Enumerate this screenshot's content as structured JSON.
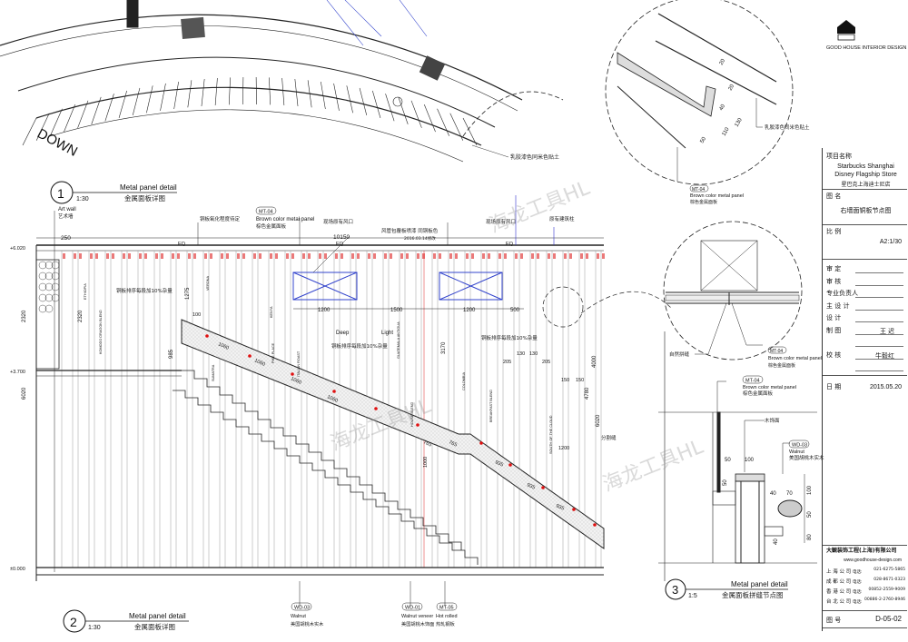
{
  "logo": {
    "brand": "GOOD HOUSE INTERIOR DESIGN"
  },
  "watermark": "海龙工具HL",
  "plan": {
    "down_label": "DOWN",
    "note": "乳胶漆色同米色贴土"
  },
  "details": [
    {
      "number": "1",
      "scale": "1:30",
      "title_en": "Metal panel detail",
      "title_cn": "金属面板详图"
    },
    {
      "number": "2",
      "scale": "1:30",
      "title_en": "Metal panel detail",
      "title_cn": "金属面板详图"
    },
    {
      "number": "3",
      "scale": "1:5",
      "title_en": "Metal panel detail",
      "title_cn": "金属面板拼缝节点图"
    }
  ],
  "elevation": {
    "art_wall_en": "Art wall",
    "art_wall_cn": "艺术墙",
    "note_copper": "铜板氧化程度待定",
    "mt04_tag": "MT-04",
    "mt04_en": "Brown color metal panel",
    "mt04_cn": "棕色金属面板",
    "note_vent1": "现场原有风口",
    "note_duct": "风管包覆板喷漆 同铜板色",
    "note_duct_date": "2016.03.14修改",
    "note_vent2": "现场原有风口",
    "note_column": "原有建筑柱",
    "dim_total": "10150",
    "eq": "EQ",
    "dim_250": "250",
    "dims_vent": [
      "1200",
      "1500",
      "1200",
      "500"
    ],
    "levels": [
      "+6.020",
      "+3.700",
      "±0.000"
    ],
    "dims_left": [
      "2320",
      "2320",
      "6020",
      "1275",
      "985"
    ],
    "dims_right": [
      "4000",
      "4780",
      "6020",
      "3170"
    ],
    "dims_stair": [
      "1060",
      "1060",
      "1060",
      "1060",
      "765",
      "765",
      "935",
      "935",
      "935",
      "1200",
      "1000",
      "100",
      "150",
      "150"
    ],
    "dims_small": [
      "205",
      "130",
      "130",
      "205"
    ],
    "deep": "Deep",
    "light": "Light",
    "note_gradient": "铜板排序每段加10%杂量",
    "note_seam": "分割缝",
    "coffee_names": [
      "ETHIOPIA",
      "KOMODO DRAGON BLEND",
      "SUMATRA",
      "VERONA",
      "KENYA",
      "PIKE PLACE",
      "ITALIAN ROAST",
      "GUATEMALA ANTIGUA",
      "HOUSE BLEND",
      "COLOMBIA",
      "BREAKFAST BLEND",
      "SOUTH OF THE CLOUD"
    ],
    "callouts": [
      {
        "tag": "WD-03",
        "en": "Walnut",
        "cn": "美国胡桃木实木"
      },
      {
        "tag": "WD-01",
        "en": "Walnut veneer",
        "cn": "美国胡桃木饰面"
      },
      {
        "tag": "MT-05",
        "en": "Hot rolled",
        "cn": "热轧钢板"
      }
    ]
  },
  "detail_top": {
    "dims": [
      "20",
      "20",
      "40",
      "50",
      "110",
      "130"
    ],
    "note": "乳胶漆色同米色贴土",
    "tag": "MT-04",
    "en": "Brown color metal panel",
    "cn": "棕色金属面板"
  },
  "detail_mid": {
    "note": "自然拼缝",
    "tag": "MT-04",
    "en": "Brown color metal panel",
    "cn": "棕色金属面板"
  },
  "detail3": {
    "tag1": "MT-04",
    "en1": "Brown color metal panel",
    "cn1": "棕色金属面板",
    "note_wood": "木饰面",
    "tag2": "WD-03",
    "en2": "Walnut",
    "cn2": "美国胡桃木实木",
    "dims": [
      "50",
      "100",
      "50",
      "40",
      "70",
      "100",
      "50",
      "80",
      "40"
    ]
  },
  "title_block": {
    "project_label": "项目名称",
    "project_en_1": "Starbucks Shanghai",
    "project_en_2": "Disney Flagship Store",
    "project_cn": "星巴克上海迪士尼店",
    "drawing_label": "图 名",
    "drawing_name": "右墙面铜板节点图",
    "scale_label": "比 例",
    "scale": "A2:1/30",
    "roles": [
      {
        "label": "审 定",
        "value": ""
      },
      {
        "label": "审 核",
        "value": ""
      },
      {
        "label": "专业负责人",
        "value": ""
      },
      {
        "label": "主 设 计",
        "value": ""
      },
      {
        "label": "设 计",
        "value": ""
      },
      {
        "label": "制 图",
        "value": "王 迟"
      },
      {
        "label": "",
        "value": ""
      },
      {
        "label": "校 核",
        "value": "牛毅红"
      },
      {
        "label": "",
        "value": ""
      }
    ],
    "date_label": "日 期",
    "date": "2015.05.20",
    "company": "大観装饰工程(上海)有限公司",
    "website": "www.goodhouse-design.com",
    "offices": [
      {
        "name": "上 海 公 司",
        "tel_label": "电话:",
        "tel": "021-6275-5865"
      },
      {
        "name": "成 都 公 司",
        "tel_label": "电话:",
        "tel": "028-8671-0323"
      },
      {
        "name": "香 港 公 司",
        "tel_label": "电话:",
        "tel": "00852-2559-9009"
      },
      {
        "name": "台 北 公 司",
        "tel_label": "电话:",
        "tel": "00886-2-2760-8946"
      }
    ],
    "sheet_label": "图 号",
    "sheet": "D-05-02"
  }
}
